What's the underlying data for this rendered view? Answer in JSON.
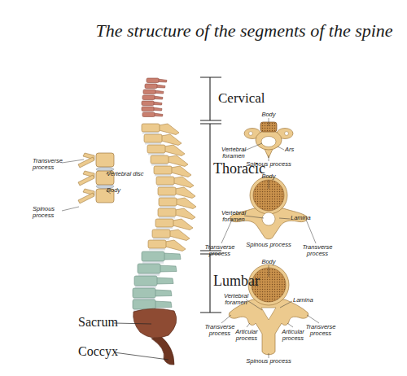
{
  "diagram": {
    "title": "The structure of the segments of the spine",
    "labels": [
      "Body",
      "Cervical",
      "Vertebral foramen",
      "Ars",
      "Spinous process",
      "Transverse process",
      "Vertebral disc",
      "Body",
      "Spinous process",
      "Thoracic",
      "Body",
      "Vertebral foramen",
      "Lamina",
      "Transverse process",
      "Transverse process",
      "Spinous process",
      "Lumbar",
      "Body",
      "Vertebral foramen",
      "Lamina",
      "Transverse process",
      "Transverse process",
      "Articular process",
      "Articular process",
      "Spinous process",
      "Sacrum",
      "Coccyx"
    ]
  }
}
